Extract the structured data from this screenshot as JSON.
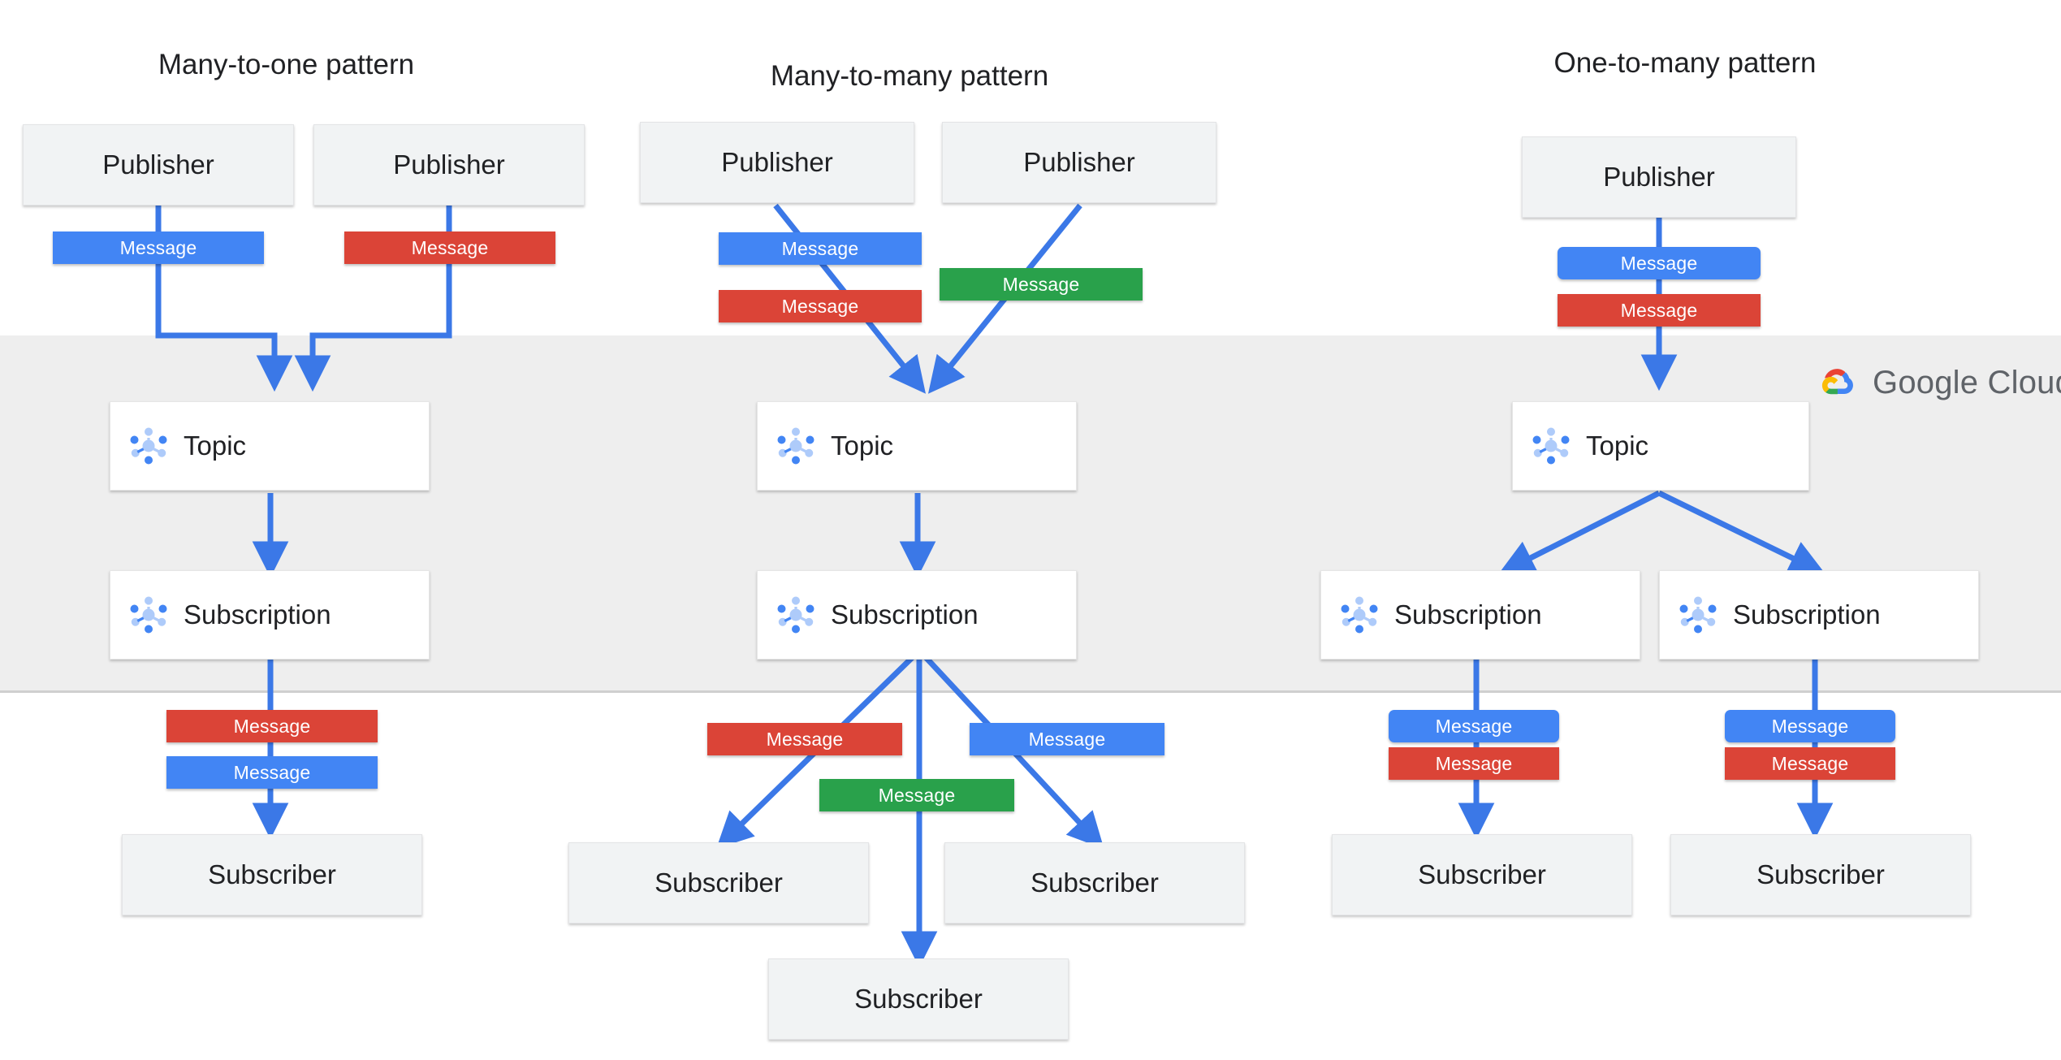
{
  "diagram": {
    "title_texts": {
      "left": "Many-to-one pattern",
      "middle": "Many-to-many  pattern",
      "right": "One-to-many pattern"
    },
    "labels": {
      "publisher": "Publisher",
      "subscriber": "Subscriber",
      "topic": "Topic",
      "subscription": "Subscription",
      "message": "Message"
    },
    "brand": {
      "name_part1": "Google",
      "name_part2": "Cloud",
      "band_label": "Google Cloud"
    },
    "colors": {
      "message_blue": "#4285F4",
      "message_red": "#DB4437",
      "message_green": "#29A14B",
      "arrow_blue": "#3B78E7",
      "band_gray": "#EEEEEE",
      "box_gray": "#F1F3F4",
      "box_white": "#FFFFFF",
      "text_dark": "#202124",
      "logo_text_gray": "#5F6368",
      "google_blue": "#4285F4",
      "google_red": "#EA4335",
      "google_yellow": "#FBBC04",
      "google_green": "#34A853",
      "icon_light_blue": "#AECBFA",
      "icon_blue": "#4285F4"
    },
    "sections": [
      {
        "id": "many-to-one",
        "title": "Many-to-one pattern",
        "publishers": [
          "Publisher",
          "Publisher"
        ],
        "publisher_messages": [
          {
            "label": "Message",
            "color": "blue"
          },
          {
            "label": "Message",
            "color": "red"
          }
        ],
        "topics": [
          "Topic"
        ],
        "subscriptions": [
          "Subscription"
        ],
        "subscriber_messages": [
          {
            "label": "Message",
            "color": "red"
          },
          {
            "label": "Message",
            "color": "blue"
          }
        ],
        "subscribers": [
          "Subscriber"
        ]
      },
      {
        "id": "many-to-many",
        "title": "Many-to-many  pattern",
        "publishers": [
          "Publisher",
          "Publisher"
        ],
        "publisher_messages": [
          {
            "label": "Message",
            "color": "blue"
          },
          {
            "label": "Message",
            "color": "red"
          },
          {
            "label": "Message",
            "color": "green"
          }
        ],
        "topics": [
          "Topic"
        ],
        "subscriptions": [
          "Subscription"
        ],
        "subscriber_messages": [
          {
            "label": "Message",
            "color": "red"
          },
          {
            "label": "Message",
            "color": "blue"
          },
          {
            "label": "Message",
            "color": "green"
          }
        ],
        "subscribers": [
          "Subscriber",
          "Subscriber",
          "Subscriber"
        ]
      },
      {
        "id": "one-to-many",
        "title": "One-to-many pattern",
        "publishers": [
          "Publisher"
        ],
        "publisher_messages": [
          {
            "label": "Message",
            "color": "blue"
          },
          {
            "label": "Message",
            "color": "red"
          }
        ],
        "topics": [
          "Topic"
        ],
        "subscriptions": [
          "Subscription",
          "Subscription"
        ],
        "subscriber_messages": [
          {
            "label": "Message",
            "color": "blue"
          },
          {
            "label": "Message",
            "color": "red"
          },
          {
            "label": "Message",
            "color": "blue"
          },
          {
            "label": "Message",
            "color": "red"
          }
        ],
        "subscribers": [
          "Subscriber",
          "Subscriber"
        ]
      }
    ]
  }
}
